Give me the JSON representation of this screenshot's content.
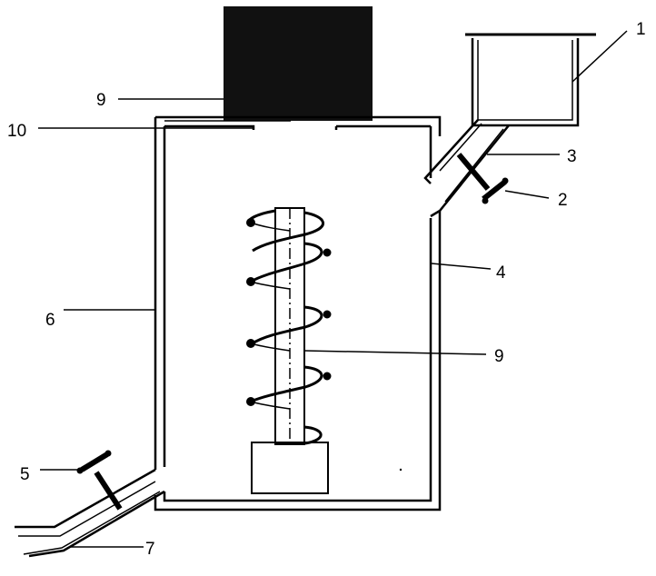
{
  "labels": {
    "l1": "1",
    "l2": "2",
    "l3": "3",
    "l4": "4",
    "l5": "5",
    "l6": "6",
    "l7": "7",
    "l9_top": "9",
    "l9_shaft": "9",
    "l10": "10"
  },
  "colors": {
    "line": "#000000",
    "motor": "#111111",
    "background": "#ffffff"
  }
}
